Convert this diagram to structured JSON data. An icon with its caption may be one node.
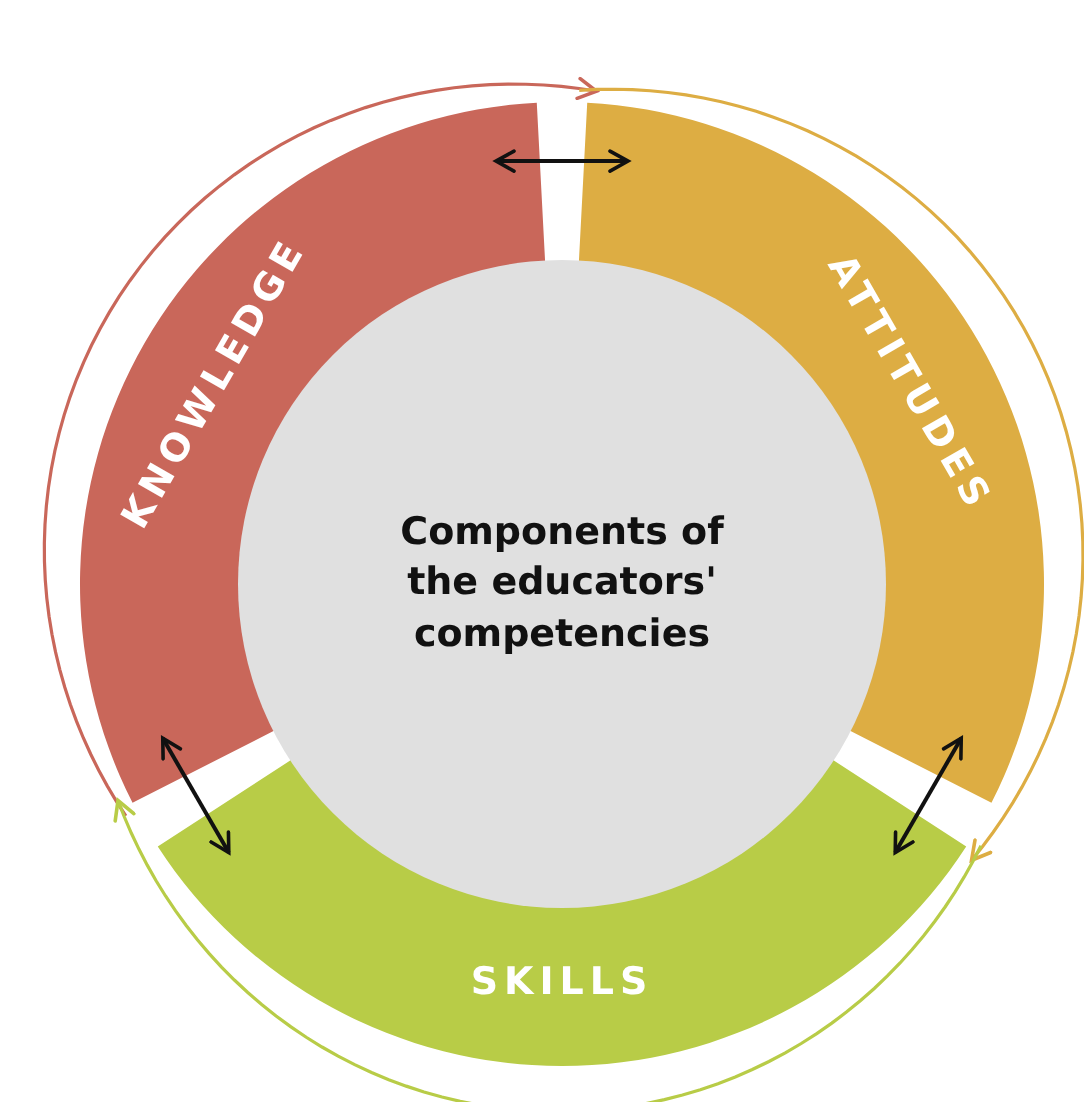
{
  "diagram": {
    "nodes": [
      {
        "text": [
          "Components of the educators' competencies"
        ]
      },
      {
        "text": [
          "KNOWLEDGE"
        ]
      },
      {
        "text": [
          "ATTITUDES"
        ]
      },
      {
        "text": [
          "SKILLS"
        ]
      }
    ],
    "edges": [
      {
        "from": 1,
        "to": 2,
        "arrow": "both"
      },
      {
        "from": 2,
        "to": 3,
        "arrow": "both"
      },
      {
        "from": 3,
        "to": 1,
        "arrow": "both"
      },
      {
        "from": 1,
        "to": 2,
        "arrow": "to",
        "color": "#c9675a"
      },
      {
        "from": 2,
        "to": 3,
        "arrow": "to",
        "color": "#ddad43"
      },
      {
        "from": 3,
        "to": 1,
        "arrow": "to",
        "color": "#b8cc47"
      }
    ]
  }
}
